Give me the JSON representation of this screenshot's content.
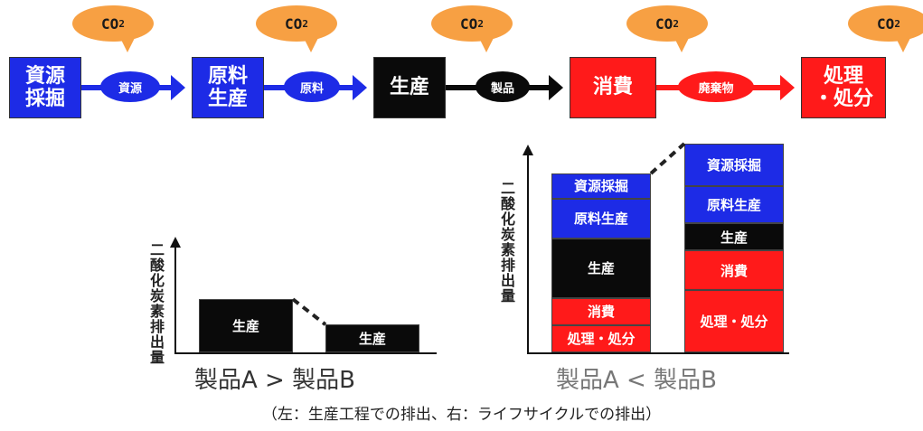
{
  "flow": {
    "emission_label": "CO",
    "emission_sub": "2",
    "stages": [
      {
        "label": "資源\n採掘",
        "color": "#1d2be6"
      },
      {
        "label": "原料\n生産",
        "color": "#1d2be6"
      },
      {
        "label": "生産",
        "color": "#0a0a0a"
      },
      {
        "label": "消費",
        "color": "#ff1a1a"
      },
      {
        "label": "処理\n・処分",
        "color": "#ff1a1a"
      }
    ],
    "connectors": [
      {
        "label": "資源",
        "color": "#1d2be6"
      },
      {
        "label": "原料",
        "color": "#1d2be6"
      },
      {
        "label": "製品",
        "color": "#0a0a0a"
      },
      {
        "label": "廃棄物",
        "color": "#ff1a1a"
      }
    ]
  },
  "left_chart": {
    "ylabel": "二酸化炭素排出量",
    "bars": [
      {
        "product": "製品A",
        "segments": [
          {
            "label": "生産",
            "value": 2.1,
            "color": "#0a0a0a"
          }
        ]
      },
      {
        "product": "製品B",
        "segments": [
          {
            "label": "生産",
            "value": 1.1,
            "color": "#0a0a0a"
          }
        ]
      }
    ],
    "comparison": {
      "a": "製品A",
      "op": ">",
      "b": "製品B"
    }
  },
  "right_chart": {
    "ylabel": "二酸化炭素排出量",
    "bars": [
      {
        "product": "製品A",
        "segments": [
          {
            "label": "処理・処分",
            "value": 1.1,
            "color": "#ff1a1a"
          },
          {
            "label": "消費",
            "value": 1.1,
            "color": "#ff1a1a"
          },
          {
            "label": "生産",
            "value": 2.4,
            "color": "#0a0a0a"
          },
          {
            "label": "原料生産",
            "value": 1.6,
            "color": "#1d2be6"
          },
          {
            "label": "資源採掘",
            "value": 1.0,
            "color": "#1d2be6"
          }
        ]
      },
      {
        "product": "製品B",
        "segments": [
          {
            "label": "処理・処分",
            "value": 2.5,
            "color": "#ff1a1a"
          },
          {
            "label": "消費",
            "value": 1.6,
            "color": "#ff1a1a"
          },
          {
            "label": "生産",
            "value": 1.1,
            "color": "#0a0a0a"
          },
          {
            "label": "原料生産",
            "value": 1.5,
            "color": "#1d2be6"
          },
          {
            "label": "資源採掘",
            "value": 1.7,
            "color": "#1d2be6"
          }
        ]
      }
    ],
    "comparison": {
      "a": "製品A",
      "op": "<",
      "b": "製品B"
    }
  },
  "caption": "（左：生産工程での排出、右：ライフサイクルでの排出）"
}
